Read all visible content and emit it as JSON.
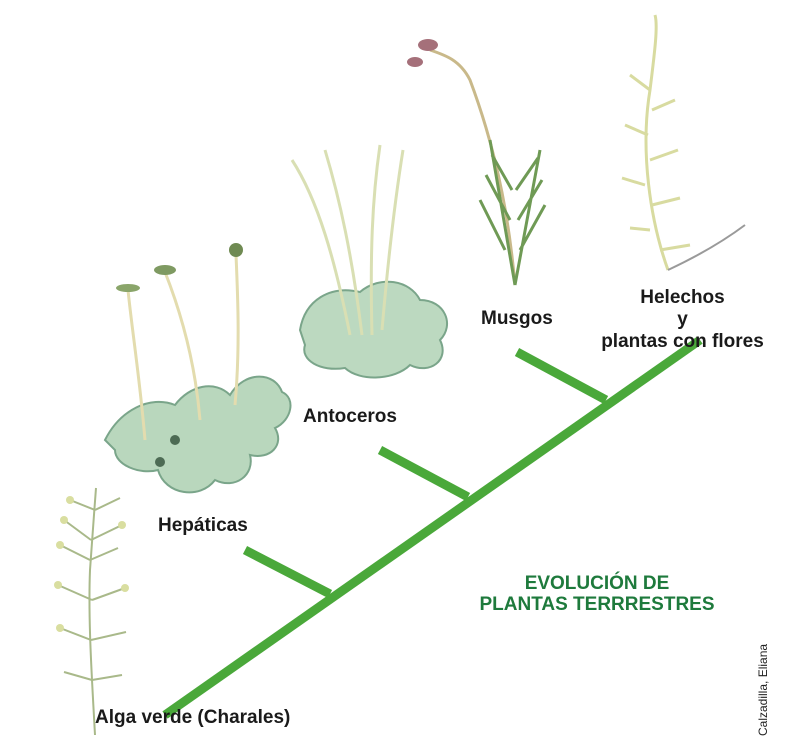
{
  "title": {
    "line1": "EVOLUCIÓN DE",
    "line2": "PLANTAS TERRRESTRES"
  },
  "taxa": {
    "alga": "Alga verde (Charales)",
    "hepaticas": "Hepáticas",
    "antoceros": "Antoceros",
    "musgos": "Musgos",
    "helechos_line1": "Helechos",
    "helechos_line2": "y",
    "helechos_line3": "plantas con flores"
  },
  "credit": "Calzadilla, Eliana",
  "colors": {
    "branch": "#4aa83a",
    "title": "#1e7a3c",
    "thallus": "#b9d7bd",
    "thallus_edge": "#7aa58a",
    "stalk": "#e3dcae",
    "moss": "#6f9a55",
    "capsule": "#a5707a",
    "fern": "#d8dba0"
  }
}
